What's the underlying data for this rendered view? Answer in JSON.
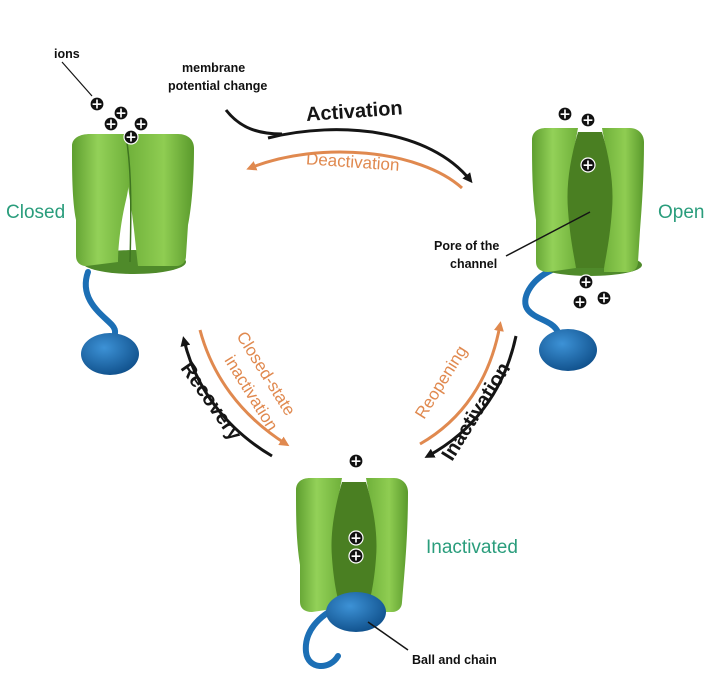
{
  "states": {
    "closed": "Closed",
    "open": "Open",
    "inactivated": "Inactivated"
  },
  "transitions": {
    "activation": "Activation",
    "deactivation": "Deactivation",
    "closed_state_inactivation": [
      "Closed-state",
      "inactivation"
    ],
    "recovery": "Recovery",
    "reopening": "Reopening",
    "inactivation": "Inactivation"
  },
  "annotations": {
    "ions": "ions",
    "membrane_potential_change": [
      "membrane",
      "potential change"
    ],
    "pore_of_the_channel": [
      "Pore of the",
      "channel"
    ],
    "ball_and_chain": "Ball and chain"
  },
  "ion_symbol": "+",
  "colors": {
    "channel_green": "#7cc142",
    "channel_dark_green": "#4f8a2a",
    "ball_blue": "#1c6fb5",
    "state_label": "#2a9d7c",
    "orange_arrow": "#e0894f",
    "dark_arrow": "#151515"
  }
}
